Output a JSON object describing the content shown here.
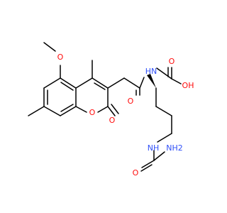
{
  "molecule": {
    "colors": {
      "oxygen": "#ff0d0d",
      "nitrogen": "#3050f8",
      "carbon": "#000000",
      "background": "#ffffff"
    },
    "atom_labels": {
      "methoxy_oxygen": "O",
      "ring_oxygen": "O",
      "carbonyl_oxygen_lactone": "O",
      "amide_oxygen": "O",
      "amide_nitrogen": "HN",
      "carboxyl_oxygen": "O",
      "carboxyl_hydroxyl": "OH",
      "urea_nitrogen": "NH",
      "urea_oxygen": "O",
      "urea_amine": "NH2"
    }
  }
}
